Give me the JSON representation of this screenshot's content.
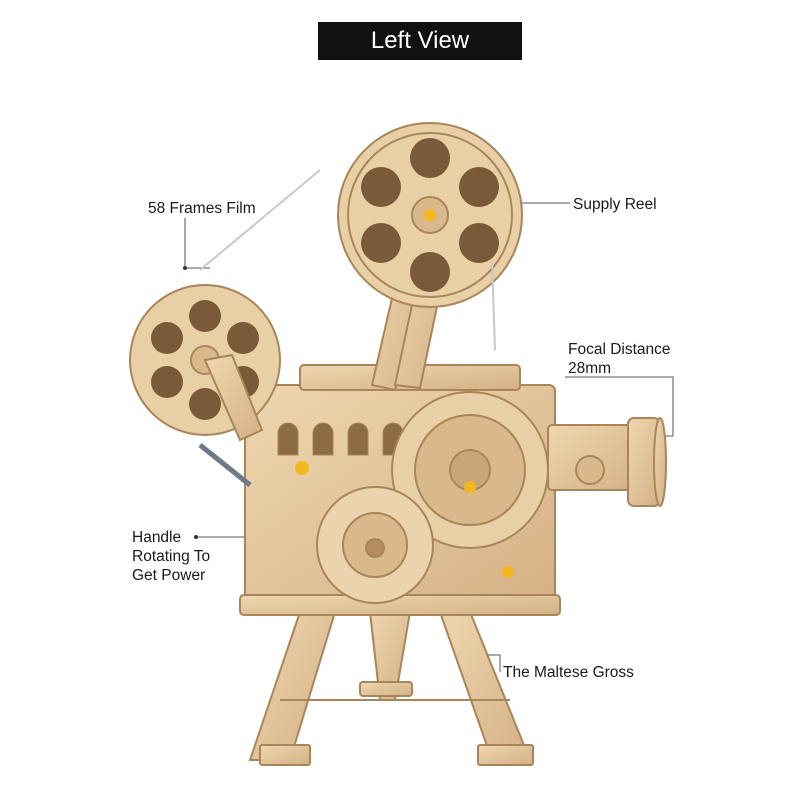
{
  "title": "Left View",
  "callouts": {
    "film": "58 Frames Film",
    "supply_reel": "Supply Reel",
    "focal_line1": "Focal Distance",
    "focal_line2": "28mm",
    "handle_line1": "Handle",
    "handle_line2": "Rotating To",
    "handle_line3": "Get Power",
    "maltese": "The Maltese Gross"
  },
  "colors": {
    "wood": "#e6c9a0",
    "wood_dark": "#b8946a",
    "accent": "#f2b81e",
    "line": "#555555"
  }
}
